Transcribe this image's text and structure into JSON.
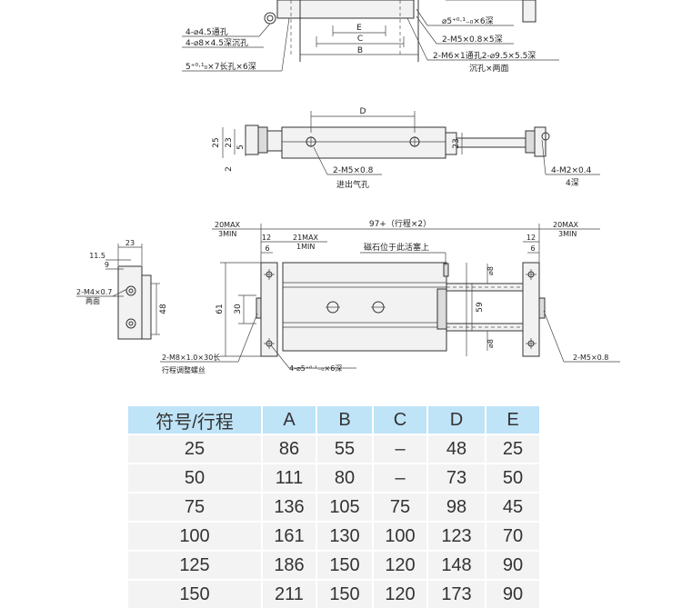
{
  "drawing": {
    "view_top": {
      "labels": {
        "hole_4_45": "4-⌀4.5通孔",
        "hole_4_8": "4-⌀8×4.5深沉孔",
        "slot": "5⁺⁰·¹₀×7长孔×6深",
        "dim_e": "E",
        "dim_c": "C",
        "dim_b": "B",
        "hole_5": "⌀5⁺⁰·¹₋₀×6深",
        "m5": "2-M5×0.8×5深",
        "m6": "2-M6×1通孔2-⌀9.5×5.5深",
        "m6_sub": "沉孔×两面"
      }
    },
    "view_side": {
      "dim_d": "D",
      "dim_25": "25",
      "dim_23": "23",
      "dim_5": "5",
      "dim_2": "2",
      "dim_23_right": "23",
      "port_label": "2-M5×0.8",
      "port_sub": "进出气孔",
      "m2_label": "4-M2×0.4",
      "m2_sub": "4深"
    },
    "view_front": {
      "max_left": "20MAX",
      "min_left": "3MIN",
      "dim_12": "12",
      "dim_6": "6",
      "max_inner": "21MAX",
      "min_inner": "1MIN",
      "stroke": "97+（行程×2）",
      "magnet": "磁石位于此活塞上",
      "max_right": "20MAX",
      "min_right": "3MIN",
      "dim_12_r": "12",
      "dim_6_r": "6",
      "dim_61": "61",
      "dim_30": "30",
      "dim_59": "59",
      "dim_d8_top": "⌀8",
      "dim_d8_bot": "⌀8",
      "screw": "2-M8×1.0×30长",
      "screw_sub": "行程调整螺丝",
      "hole_5": "4-⌀5⁺⁰·¹₋₀×6深",
      "m5_right": "2-M5×0.8"
    },
    "view_end": {
      "dim_23": "23",
      "dim_11_5": "11.5",
      "dim_9": "9",
      "dim_48": "48",
      "m4": "2-M4×0.7",
      "m4_sub": "两面"
    }
  },
  "table": {
    "headers": [
      "符号/行程",
      "A",
      "B",
      "C",
      "D",
      "E"
    ],
    "rows": [
      [
        "25",
        "86",
        "55",
        "–",
        "48",
        "25"
      ],
      [
        "50",
        "111",
        "80",
        "–",
        "73",
        "50"
      ],
      [
        "75",
        "136",
        "105",
        "75",
        "98",
        "45"
      ],
      [
        "100",
        "161",
        "130",
        "100",
        "123",
        "70"
      ],
      [
        "125",
        "186",
        "150",
        "120",
        "148",
        "90"
      ],
      [
        "150",
        "211",
        "150",
        "120",
        "173",
        "90"
      ]
    ]
  }
}
